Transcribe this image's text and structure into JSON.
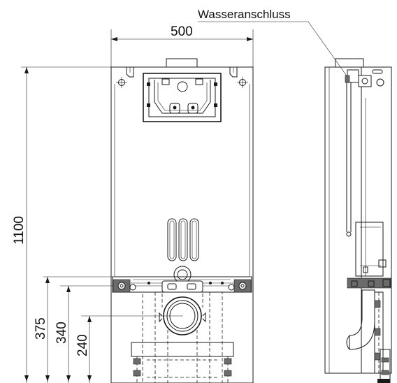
{
  "dimensions": {
    "width": "500",
    "height": "1100",
    "h_375": "375",
    "h_340": "340",
    "h_240": "240"
  },
  "labels": {
    "water_connection": "Wasseranschluss"
  }
}
